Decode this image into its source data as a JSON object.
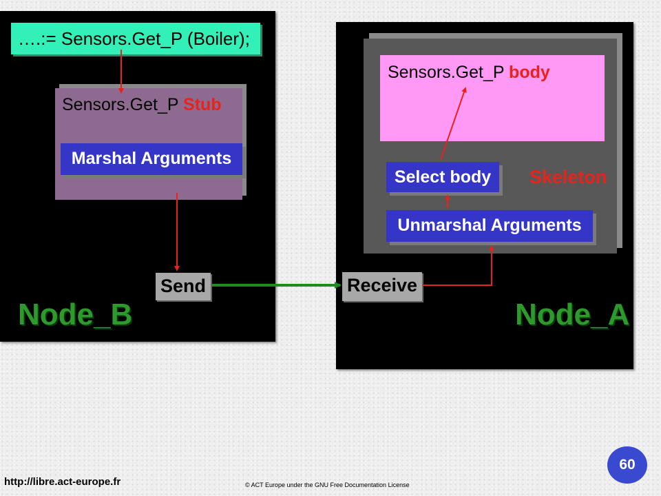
{
  "call_line": "….:= Sensors.Get_P (Boiler);",
  "node_b": {
    "label": "Node_B",
    "stub_title": "Sensors.Get_P",
    "stub_word": "Stub",
    "marshal": "Marshal Arguments",
    "send": "Send"
  },
  "node_a": {
    "label": "Node_A",
    "body_title": "Sensors.Get_P",
    "body_word": "body",
    "select_body": "Select body",
    "skeleton": "Skeleton",
    "unmarshal": "Unmarshal Arguments",
    "receive": "Receive"
  },
  "footer": {
    "url": "http://libre.act-europe.fr",
    "license": "© ACT Europe under the GNU Free Documentation License",
    "page_number": "60"
  },
  "colors": {
    "accent_red": "#e8231b",
    "node_green": "#2e9a2e",
    "button_blue": "#3535c8",
    "page_badge": "#3a4ad0"
  }
}
